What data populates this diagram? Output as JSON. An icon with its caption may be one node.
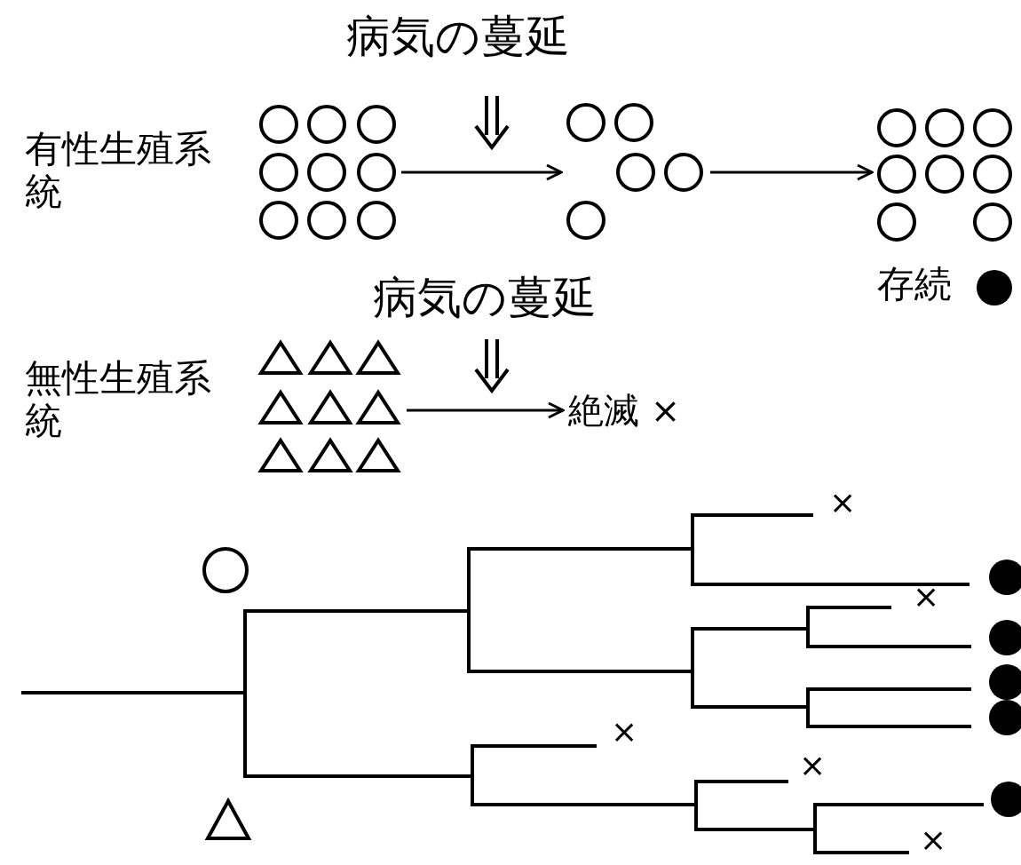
{
  "diagram": {
    "nodes": [
      {
        "text": [],
        "shape": "picture"
      },
      {
        "text": [],
        "shape": "picture"
      },
      {
        "text": [],
        "shape": "picture"
      },
      {
        "text": [],
        "shape": "picture"
      },
      {
        "text": [
          "絶滅 ×"
        ]
      }
    ],
    "edges": [
      {
        "from": 0,
        "to": 1,
        "arrow": "to"
      },
      {
        "from": 1,
        "to": 2,
        "arrow": "to"
      },
      {
        "from": 3,
        "to": 4,
        "arrow": "to"
      }
    ],
    "labels": [
      "病気の蔓延",
      "有性生殖系統",
      "存続",
      "病気の蔓延",
      "無性生殖系統",
      "×",
      "×",
      "×",
      "×",
      "×"
    ]
  }
}
